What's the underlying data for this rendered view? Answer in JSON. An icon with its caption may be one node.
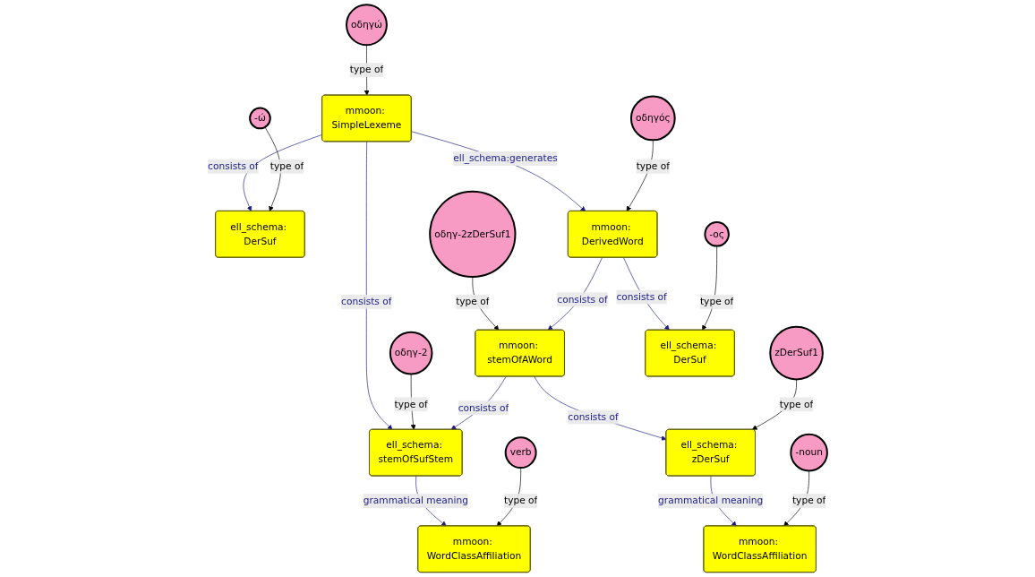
{
  "diagram": {
    "nodes": [
      {
        "text": [
          "mmoon: SimpleLexeme"
        ]
      },
      {
        "text": [
          "ell_schema: DerSuf"
        ]
      },
      {
        "text": [
          "-ώ"
        ]
      },
      {
        "text": [
          "οδηγ-2"
        ]
      },
      {
        "text": [
          "οδηγώ"
        ]
      },
      {
        "text": [
          "οδηγ-2zDerSuf1"
        ]
      },
      {
        "text": [
          "ell_schema: zDerSuf"
        ]
      },
      {
        "text": [
          "ell_schema: stemOfSufStem"
        ]
      },
      {
        "text": [
          "mmoon: WordClassAffiliation"
        ]
      },
      {
        "text": [
          "mmoon: stemOfAWord"
        ]
      },
      {
        "text": [
          "zDerSuf1"
        ]
      },
      {
        "text": [
          "-noun"
        ]
      },
      {
        "text": [
          "mmoon: WordClassAffiliation"
        ]
      },
      {
        "text": [
          "mmoon: DerivedWord"
        ]
      },
      {
        "text": [
          "ell_schema: DerSuf"
        ]
      },
      {
        "text": [
          "verb"
        ]
      },
      {
        "text": [
          "οδηγός"
        ]
      },
      {
        "text": [
          "-ος"
        ]
      }
    ],
    "edges": [
      {
        "from": 0,
        "to": 1,
        "arrow": "to",
        "label": "consists of",
        "color": "#1b1b8a"
      },
      {
        "from": 2,
        "to": 1,
        "arrow": "to",
        "label": "type of",
        "color": "#000000"
      },
      {
        "from": 0,
        "to": 7,
        "arrow": "to",
        "label": "consists of",
        "color": "#1b1b8a"
      },
      {
        "from": 4,
        "to": 0,
        "arrow": "to",
        "label": "type of",
        "color": "#000000"
      },
      {
        "from": 3,
        "to": 7,
        "arrow": "to",
        "label": "type of",
        "color": "#000000"
      },
      {
        "from": 0,
        "to": 13,
        "arrow": "to",
        "label": "ell_schema:generates",
        "color": "#1b1b8a"
      },
      {
        "from": 5,
        "to": 9,
        "arrow": "to",
        "label": "type of",
        "color": "#000000"
      },
      {
        "from": 9,
        "to": 6,
        "arrow": "to",
        "label": "consists of",
        "color": "#1b1b8a"
      },
      {
        "from": 6,
        "to": 8,
        "arrow": "to",
        "label": "grammatical meaning",
        "color": "#1b1b8a"
      },
      {
        "from": 9,
        "to": 7,
        "arrow": "to",
        "label": "consists of",
        "color": "#1b1b8a"
      },
      {
        "from": 10,
        "to": 6,
        "arrow": "to",
        "label": "type of",
        "color": "#000000"
      },
      {
        "from": 11,
        "to": 8,
        "arrow": "to",
        "label": "type of",
        "color": "#000000"
      },
      {
        "from": 7,
        "to": 12,
        "arrow": "to",
        "label": "grammatical meaning",
        "color": "#1b1b8a"
      },
      {
        "from": 13,
        "to": 9,
        "arrow": "to",
        "label": "consists of",
        "color": "#1b1b8a"
      },
      {
        "from": 13,
        "to": 14,
        "arrow": "to",
        "label": "consists of",
        "color": "#1b1b8a"
      },
      {
        "from": 15,
        "to": 12,
        "arrow": "to",
        "label": "type of",
        "color": "#000000"
      },
      {
        "from": 16,
        "to": 13,
        "arrow": "to",
        "label": "type of",
        "color": "#000000"
      },
      {
        "from": 17,
        "to": 14,
        "arrow": "to",
        "label": "type of",
        "color": "#000000"
      }
    ]
  }
}
